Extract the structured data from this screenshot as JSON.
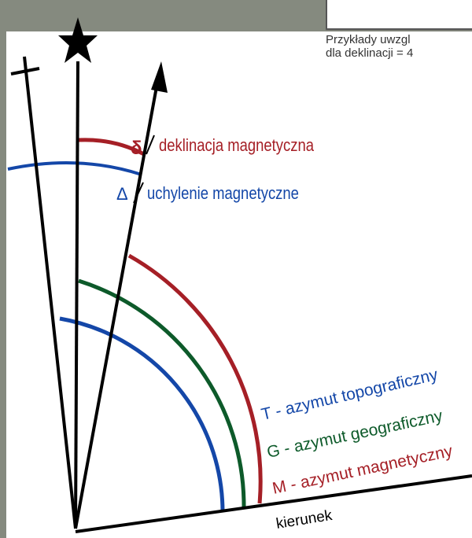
{
  "caption": {
    "line1": "Przykłady uwzgl",
    "line2": "dla deklinacji = 4"
  },
  "labels": {
    "delta_symbol": "δ",
    "deklinacja": "deklinacja magnetyczna",
    "Delta_symbol": "Δ",
    "uchylenie": "uchylenie magnetyczne",
    "azymut_T": "T - azymut topograficzny",
    "azymut_G": "G - azymut geograficzny",
    "azymut_M": "M - azymut magnetyczny",
    "kierunek": "kierunek"
  },
  "colors": {
    "red": "#a51f26",
    "green": "#0d5a2a",
    "blue": "#1447a8",
    "black": "#000000"
  }
}
